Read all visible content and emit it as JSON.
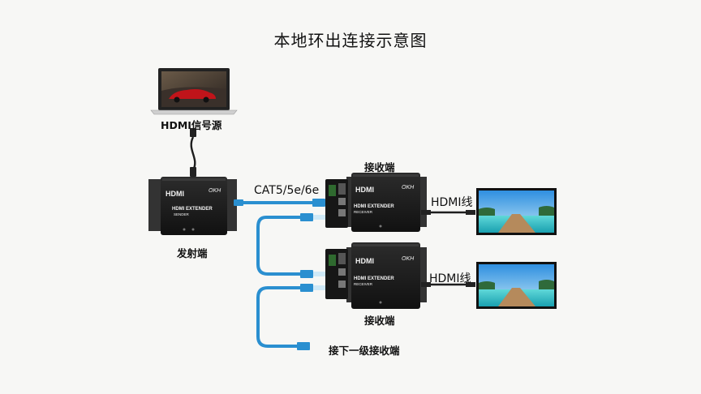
{
  "title": "本地环出连接示意图",
  "labels": {
    "source": "HDMI信号源",
    "sender": "发射端",
    "receiver_top": "接收端",
    "receiver_bottom": "接收端",
    "cable": "CAT5/5e/6e",
    "hdmi_line_1": "HDMI线",
    "hdmi_line_2": "HDMI线",
    "next_level": "接下一级接收端"
  },
  "devices": {
    "brand_text": "HDMI",
    "logo_text": "OKH",
    "sender_model": "HDMI EXTENDER",
    "sender_sub": "SENDER",
    "receiver_model": "HDMI EXTENDER",
    "receiver_sub": "RECEIVER"
  },
  "colors": {
    "device_body": "#1b1b1b",
    "cat_cable": "#2a8fd0",
    "hdmi_cable": "#1e1e1e",
    "sky": "#4aa6e6",
    "sea": "#3fc8c8",
    "car": "#c0141a"
  }
}
